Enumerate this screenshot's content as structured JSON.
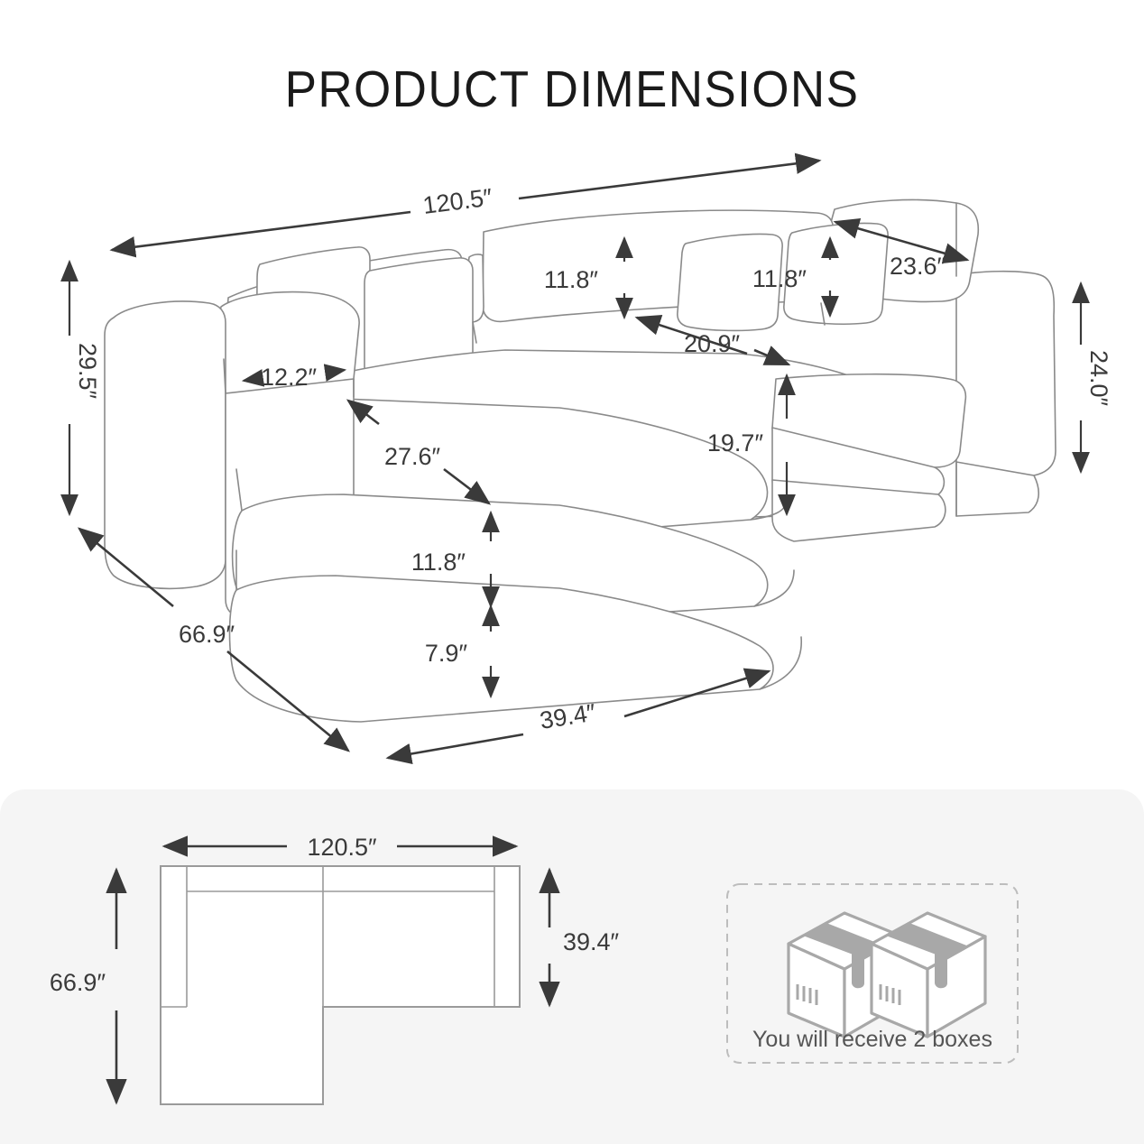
{
  "page": {
    "title": "PRODUCT DIMENSIONS",
    "background_color": "#ffffff",
    "panel_color": "#f5f5f5",
    "line_color": "#8a8a8a",
    "dimension_color": "#3a3a3a"
  },
  "perspective_view": {
    "name": "sectional-sofa-perspective",
    "dimensions": {
      "overall_width": "120.5″",
      "overall_depth": "66.9″",
      "overall_height": "29.5″",
      "back_height_right": "24.0″",
      "chaise_width": "39.4″",
      "armrest_width": "12.2″",
      "seat_depth": "27.6″",
      "seat_cushion_height": "11.8″",
      "base_height": "7.9″",
      "back_cushion_height": "11.8″",
      "pillow_height": "11.8″",
      "back_cushion_width": "23.6″",
      "seat_to_back_depth": "20.9″",
      "seat_height_right": "19.7″"
    }
  },
  "top_view": {
    "name": "sectional-sofa-top-view",
    "width_label": "120.5″",
    "depth_label": "66.9″",
    "sofa_depth_label": "39.4″"
  },
  "boxes_panel": {
    "caption": "You will receive 2 boxes",
    "box_count": 2,
    "icon": "shipping-boxes-icon"
  }
}
